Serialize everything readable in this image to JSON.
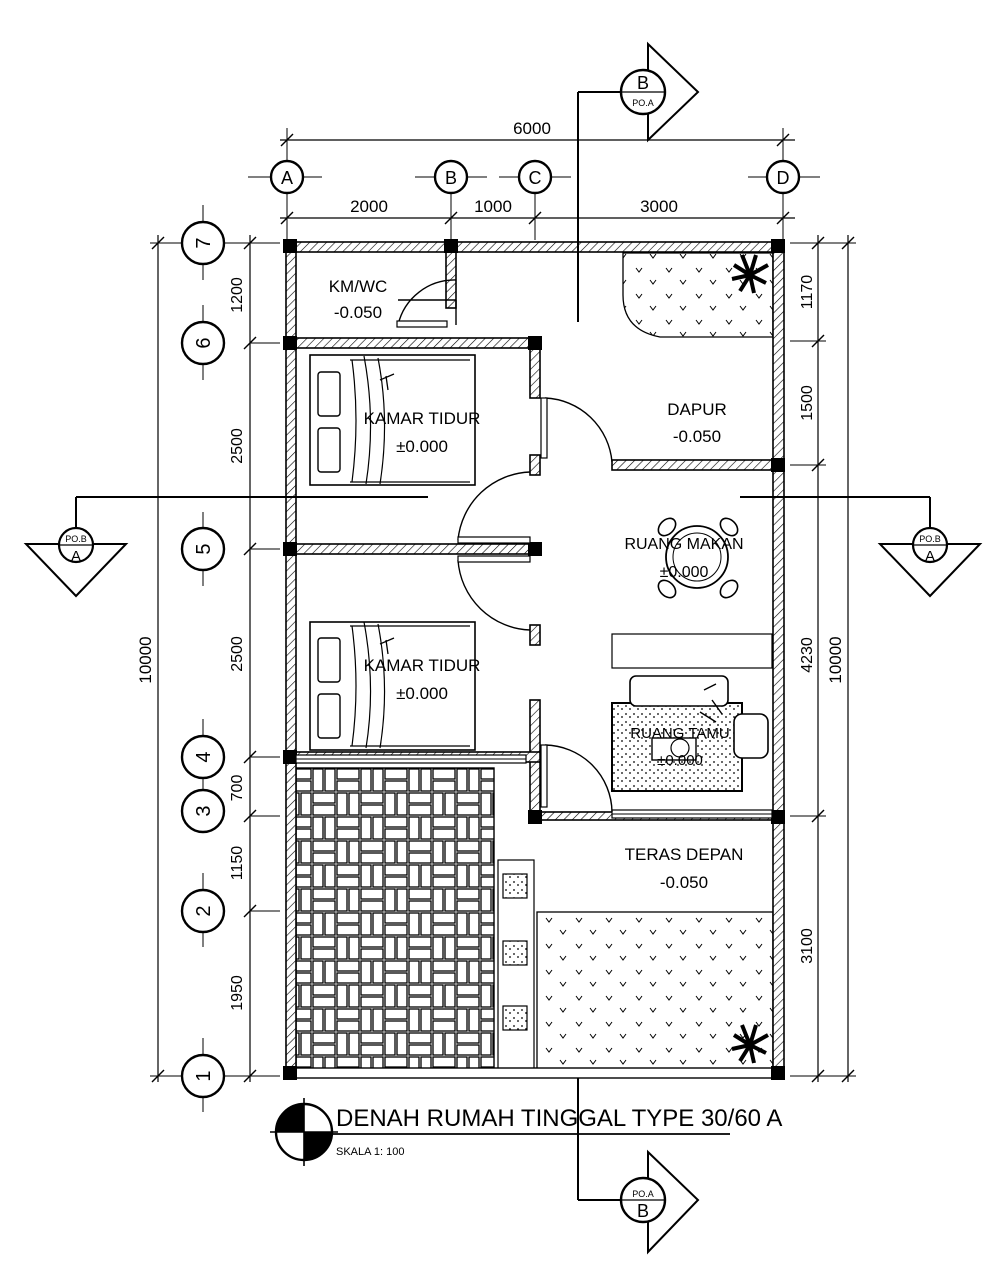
{
  "drawing": {
    "title": "DENAH RUMAH TINGGAL TYPE 30/60 A",
    "scale": "SKALA 1: 100"
  },
  "dimensions": {
    "top_total": "6000",
    "top_segments": [
      "2000",
      "1000",
      "3000"
    ],
    "left_total": "10000",
    "left_segments": [
      "1200",
      "2500",
      "2500",
      "700",
      "1150",
      "1950"
    ],
    "right_total": "10000",
    "right_segments": [
      "1170",
      "1500",
      "4230",
      "3100"
    ]
  },
  "grid": {
    "columns": [
      "A",
      "B",
      "C",
      "D"
    ],
    "rows": [
      "7",
      "6",
      "5",
      "4",
      "3",
      "2",
      "1"
    ]
  },
  "sections": {
    "a_tag": "PO.B",
    "a_letter": "A",
    "b_tag": "PO.A",
    "b_letter": "B"
  },
  "rooms": [
    {
      "name": "KM/WC",
      "level": "-0.050"
    },
    {
      "name": "KAMAR TIDUR",
      "level": "±0.000"
    },
    {
      "name": "DAPUR",
      "level": "-0.050"
    },
    {
      "name": "RUANG MAKAN",
      "level": "±0.000"
    },
    {
      "name": "KAMAR TIDUR",
      "level": "±0.000"
    },
    {
      "name": "RUANG TAMU",
      "level": "±0.000"
    },
    {
      "name": "TERAS DEPAN",
      "level": "-0.050"
    }
  ]
}
